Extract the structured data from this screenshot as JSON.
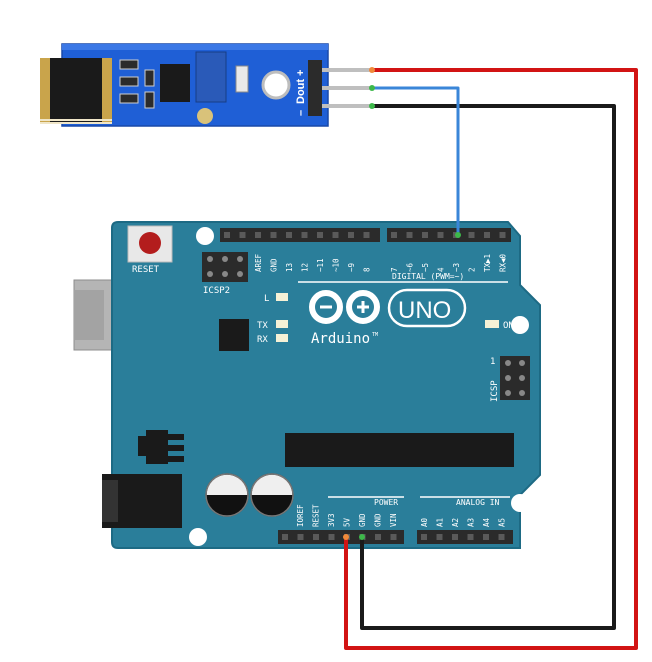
{
  "colors": {
    "board": "#2a7e9a",
    "board_dark": "#1d6a84",
    "sensor_pcb": "#1f5fd6",
    "wire_vcc": "#d21414",
    "wire_gnd": "#1a1a1a",
    "wire_signal": "#3a86d8",
    "header": "#2b2b2b",
    "silk": "#ffffff"
  },
  "sensor": {
    "pin_labels": [
      "Dout",
      "+",
      "–"
    ]
  },
  "arduino": {
    "reset_label": "RESET",
    "icsp2_label": "ICSP2",
    "icsp_label": "ICSP",
    "icsp_pin1": "1",
    "led_l": "L",
    "led_tx": "TX",
    "led_rx": "RX",
    "on_label": "ON",
    "brand": "Arduino",
    "tm": "TM",
    "model": "UNO",
    "digital_label": "DIGITAL (PWM=~)",
    "power_label": "POWER",
    "analog_label": "ANALOG IN",
    "digital_pins_left": [
      "AREF",
      "GND",
      "13",
      "12",
      "~11",
      "~10",
      "~9",
      "8"
    ],
    "digital_pins_right": [
      "7",
      "~6",
      "~5",
      "4",
      "~3",
      "2",
      "TX▶1",
      "RX◀0"
    ],
    "power_pins": [
      "IOREF",
      "RESET",
      "3V3",
      "5V",
      "GND",
      "GND",
      "VIN"
    ],
    "analog_pins": [
      "A0",
      "A1",
      "A2",
      "A3",
      "A4",
      "A5"
    ]
  }
}
